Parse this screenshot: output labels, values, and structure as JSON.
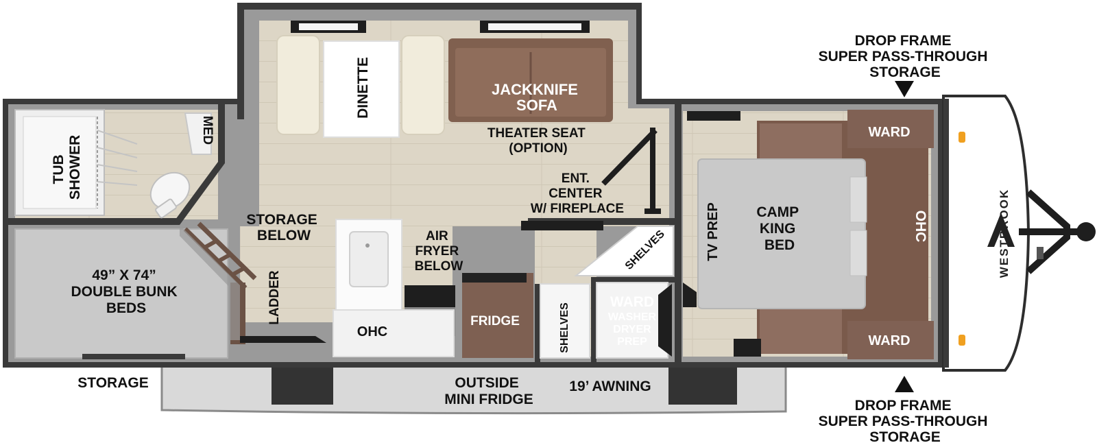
{
  "labels": {
    "drop_frame_top": [
      "DROP FRAME",
      "SUPER PASS-THROUGH",
      "STORAGE"
    ],
    "drop_frame_bottom": [
      "DROP FRAME",
      "SUPER PASS-THROUGH",
      "STORAGE"
    ],
    "dinette": "DINETTE",
    "sofa": [
      "JACKKNIFE",
      "SOFA"
    ],
    "theater_seat": [
      "THEATER SEAT",
      "(OPTION)"
    ],
    "ent_center": [
      "ENT.",
      "CENTER",
      "W/ FIREPLACE"
    ],
    "tub_shower": [
      "TUB",
      "SHOWER"
    ],
    "med": "MED",
    "storage_below": [
      "STORAGE",
      "BELOW"
    ],
    "air_fryer": [
      "AIR",
      "FRYER",
      "BELOW"
    ],
    "bunk_beds": [
      "49” X 74”",
      "DOUBLE BUNK",
      "BEDS"
    ],
    "ladder": "LADDER",
    "ohc_kitchen": "OHC",
    "fridge": "FRIDGE",
    "shelves_vertical": "SHELVES",
    "shelves_diagonal": "SHELVES",
    "ward_washer": [
      "WARD",
      "WASHER",
      "DRYER",
      "PREP"
    ],
    "tv_prep": "TV PREP",
    "camp_king_bed": [
      "CAMP",
      "KING",
      "BED"
    ],
    "ward_top": "WARD",
    "ward_bottom": "WARD",
    "ohc_bedroom": "OHC",
    "brand": "WESTBROOK",
    "storage_left": "STORAGE",
    "outside_fridge": [
      "OUTSIDE",
      "MINI FRIDGE"
    ],
    "awning": "19’ AWNING"
  },
  "colors": {
    "wall": "#3a3a3a",
    "wall_gray": "#9a9a9a",
    "floor_wood": "#ddd6c6",
    "sofa_brown": "#80604f",
    "ward_brown": "#7a5a4b",
    "bed_gray": "#c9c9c9",
    "cream": "#f1ecdc"
  }
}
